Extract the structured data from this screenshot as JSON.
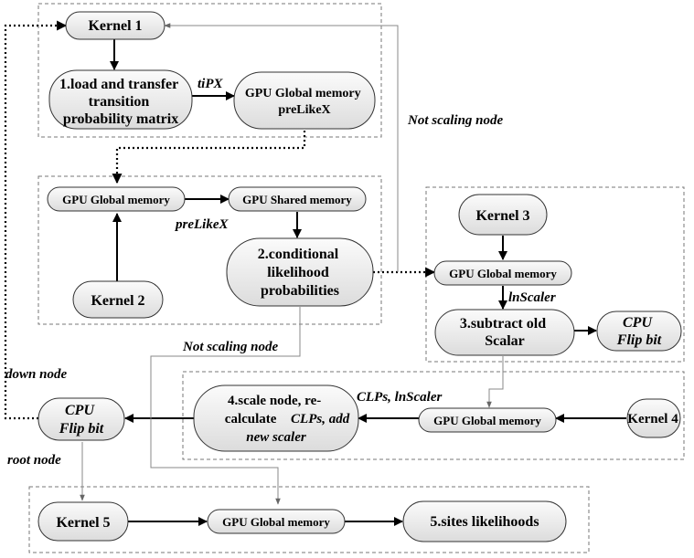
{
  "nodes": {
    "kernel1": "Kernel 1",
    "load_transfer": [
      "1.load and transfer",
      "transition",
      "probability matrix"
    ],
    "gpu_global_prelikex": [
      "GPU Global memory",
      "preLikeX"
    ],
    "gpu_global_2": "GPU Global memory",
    "gpu_shared": "GPU Shared memory",
    "kernel2": "Kernel 2",
    "conditional": [
      "2.conditional",
      "likelihood",
      "probabilities"
    ],
    "kernel3": "Kernel 3",
    "gpu_global_3": "GPU Global memory",
    "subtract": [
      "3.subtract old",
      "Scalar"
    ],
    "cpu_flip_right": [
      "CPU",
      "Flip bit"
    ],
    "cpu_flip_left": [
      "CPU",
      "Flip bit"
    ],
    "scale_node": [
      "4.scale node, re-",
      "calculate ",
      "CLPs, add",
      "new scaler"
    ],
    "gpu_global_4": "GPU Global memory",
    "kernel4": "Kernel 4",
    "kernel5": "Kernel 5",
    "gpu_global_5": "GPU Global memory",
    "sites": "5.sites likelihoods"
  },
  "edge_labels": {
    "tipx": "tiPX",
    "prelikex": "preLikeX",
    "lnscaler": "lnScaler",
    "clps_lnscaler": "CLPs, lnScaler",
    "not_scaling_top": "Not scaling node",
    "not_scaling_mid": "Not scaling node",
    "down_node": "down node",
    "root_node": "root node"
  }
}
